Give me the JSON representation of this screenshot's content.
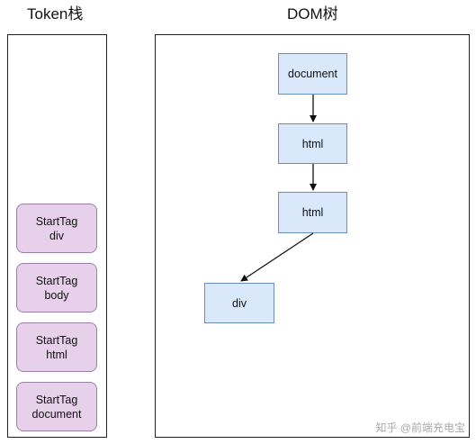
{
  "titles": {
    "token_stack": "Token栈",
    "dom_tree": "DOM树"
  },
  "token_stack": [
    {
      "type": "StartTag",
      "name": "div"
    },
    {
      "type": "StartTag",
      "name": "body"
    },
    {
      "type": "StartTag",
      "name": "html"
    },
    {
      "type": "StartTag",
      "name": "document"
    }
  ],
  "dom_nodes": {
    "document": "document",
    "html_1": "html",
    "html_2": "html",
    "div": "div"
  },
  "watermark": "知乎 @前端充电宝"
}
